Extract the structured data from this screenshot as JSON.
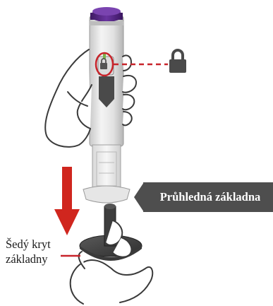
{
  "labels": {
    "transparent_base": "Průhledná základna",
    "grey_cover_line1": "Šedý kryt",
    "grey_cover_line2": "základny"
  },
  "icons": {
    "lock_indicator": "lock-icon",
    "lock_callout": "lock-icon",
    "arrow": "arrow-down-icon"
  },
  "colors": {
    "pen_cap": "#5b2a86",
    "arrow_red": "#d0261e",
    "callout_red": "#c8242b",
    "label_box": "#4e4e4e",
    "window_dark": "#4a4a4a"
  }
}
